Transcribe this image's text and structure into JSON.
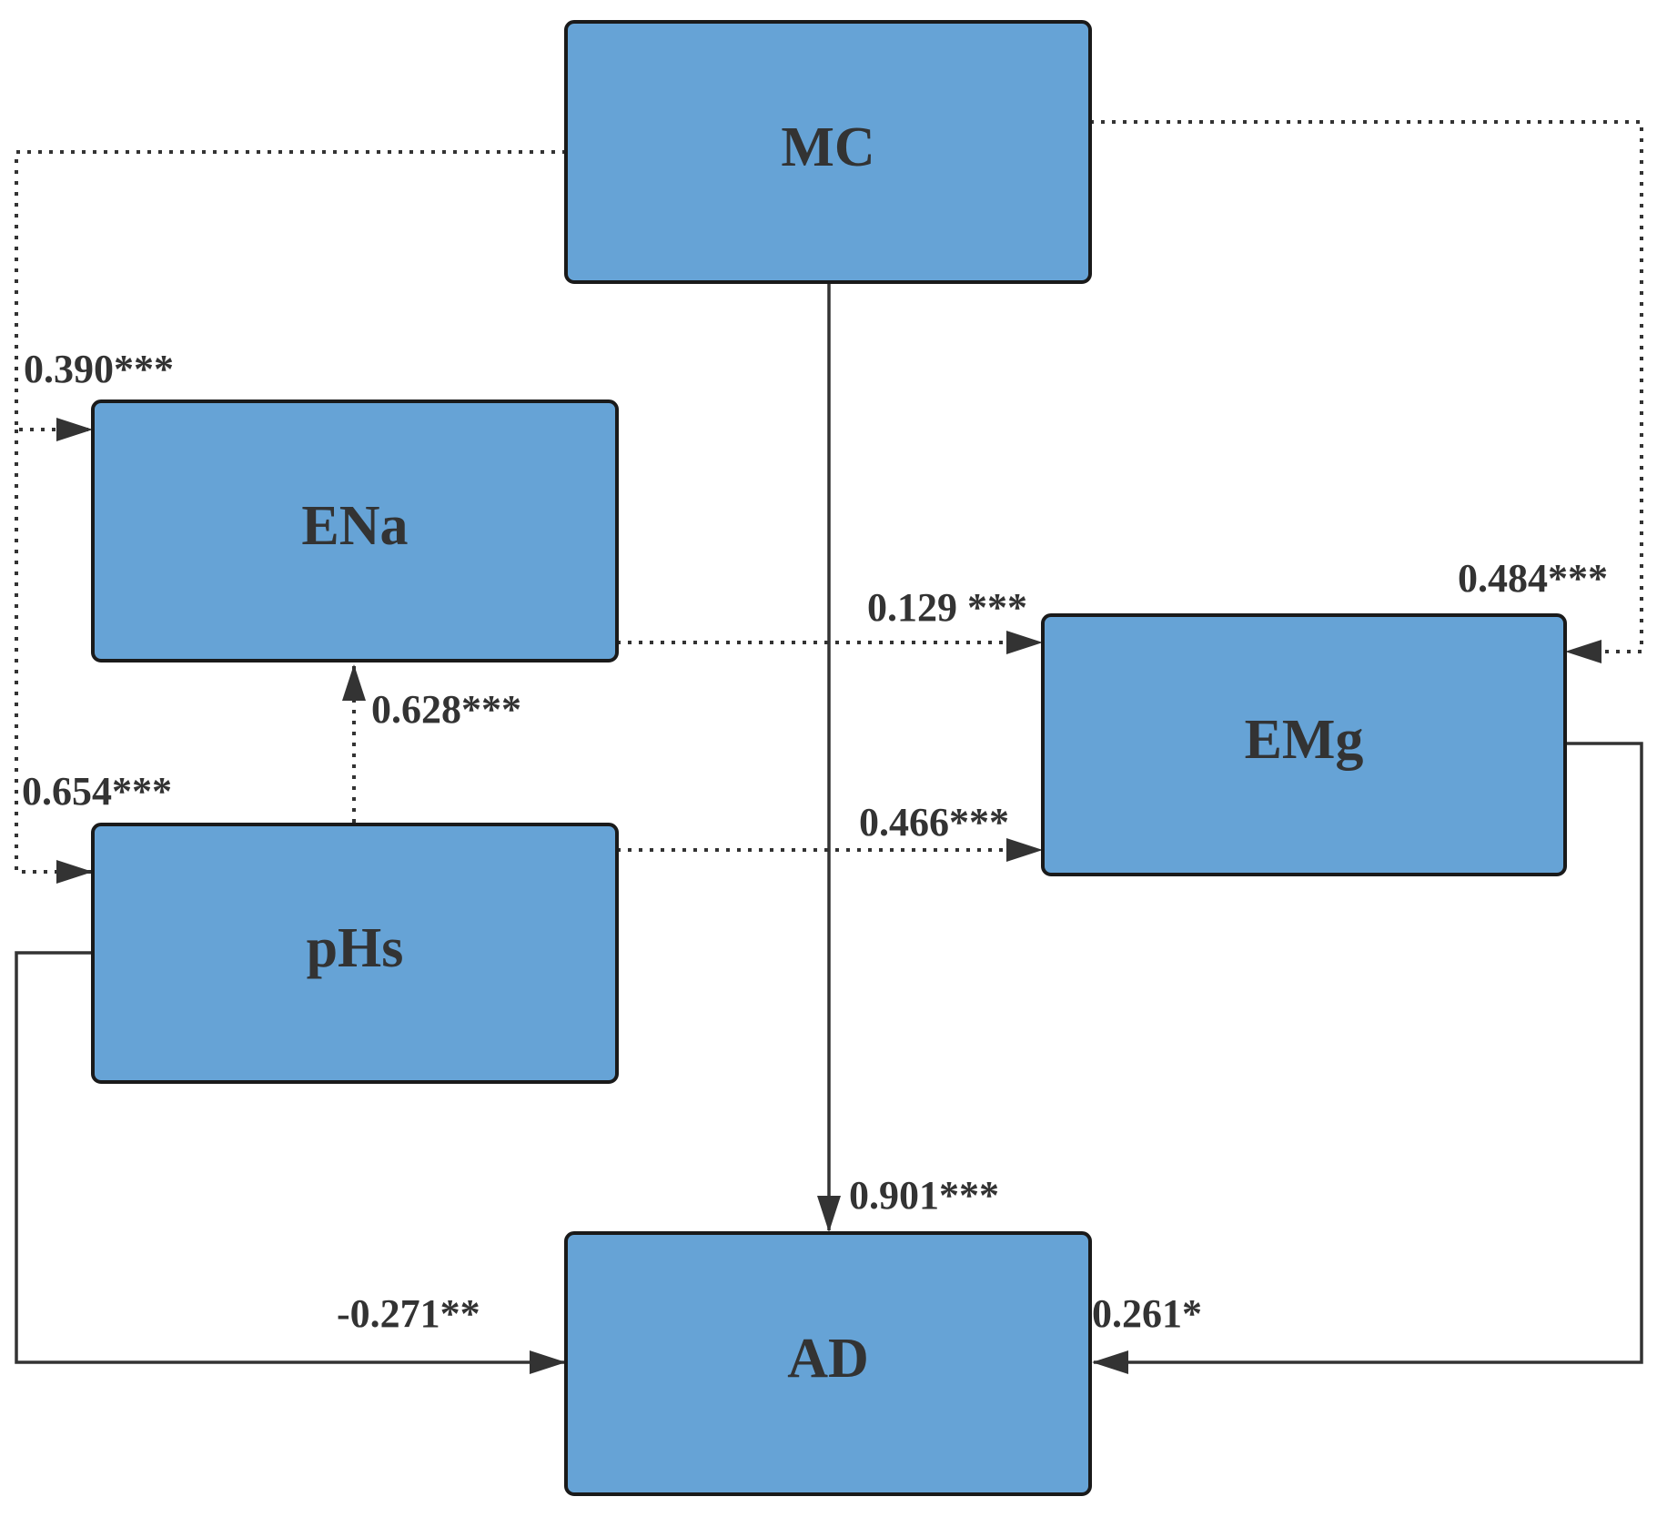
{
  "nodes": {
    "mc": "MC",
    "ena": "ENa",
    "phs": "pHs",
    "emg": "EMg",
    "ad": "AD"
  },
  "edges": {
    "mc_to_ena": {
      "label": "0.390***",
      "style": "dotted"
    },
    "mc_to_phs": {
      "label": "0.654***",
      "style": "dotted"
    },
    "mc_to_emg": {
      "label": "0.484***",
      "style": "dotted"
    },
    "phs_to_ena": {
      "label": "0.628***",
      "style": "dotted"
    },
    "ena_to_emg": {
      "label": "0.129 ***",
      "style": "dotted"
    },
    "phs_to_emg": {
      "label": "0.466***",
      "style": "dotted"
    },
    "mc_to_ad": {
      "label": "0.901***",
      "style": "solid"
    },
    "phs_to_ad": {
      "label": "-0.271**",
      "style": "solid"
    },
    "emg_to_ad": {
      "label": "0.261*",
      "style": "solid"
    }
  },
  "colors": {
    "node_fill": "#66A3D6",
    "node_border": "#1a1a1a",
    "text": "#333333",
    "line": "#333333"
  }
}
